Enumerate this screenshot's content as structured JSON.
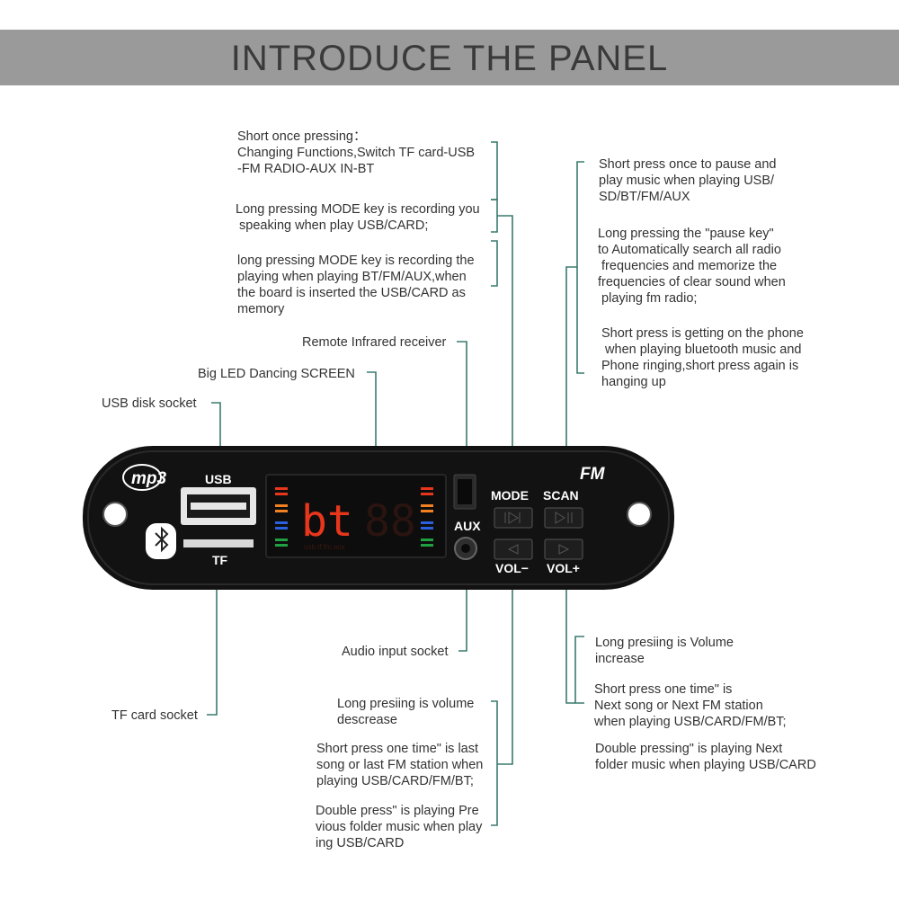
{
  "banner": {
    "title": "INTRODUCE THE PANEL"
  },
  "annotations": {
    "mode_short": "Short once pressing：\nChanging Functions,Switch TF card-USB\n-FM RADIO-AUX IN-BT",
    "mode_long_usb": "Long pressing MODE key is recording you\n speaking when play USB/CARD;",
    "mode_long_bt": "long pressing MODE key is recording the\nplaying when playing BT/FM/AUX,when\nthe board is inserted the USB/CARD as\nmemory",
    "scan_short": "Short press once to pause and\nplay music when playing USB/\nSD/BT/FM/AUX",
    "scan_long": "Long pressing the \"pause key\"\nto Automatically search all radio\n frequencies and memorize the\nfrequencies of clear sound when\n playing fm radio;",
    "scan_phone": "Short press is getting on the phone\n when playing bluetooth music and\nPhone ringing,short press again is\nhanging up",
    "ir_receiver": "Remote Infrared receiver",
    "led_screen": "Big LED Dancing SCREEN",
    "usb_socket": "USB disk socket",
    "audio_input": "Audio input socket",
    "tf_socket": "TF card socket",
    "vol_minus_long": "Long presiing is volume\ndescrease",
    "vol_minus_short": "Short press one time\" is last\nsong or last FM station when\nplaying USB/CARD/FM/BT;",
    "vol_minus_double": "Double press\" is playing Pre\nvious folder music when play\ning USB/CARD",
    "vol_plus_long": "Long presiing is Volume\nincrease",
    "vol_plus_short": "Short press one time\" is\nNext song or Next FM station\nwhen playing USB/CARD/FM/BT;",
    "vol_plus_double": "Double pressing\" is playing Next\nfolder music when playing USB/CARD"
  },
  "panel": {
    "logo": "mp3",
    "brand": "FM",
    "usb_label": "USB",
    "tf_label": "TF",
    "aux_label": "AUX",
    "mode_label": "MODE",
    "scan_label": "SCAN",
    "vol_minus_label": "VOL−",
    "vol_plus_label": "VOL+",
    "display_text": "bt",
    "display_sub": "usb  tf   fm   aux",
    "colors": {
      "body": "#121212",
      "display": "#e8361c",
      "lines": "#3a7a6e"
    }
  }
}
